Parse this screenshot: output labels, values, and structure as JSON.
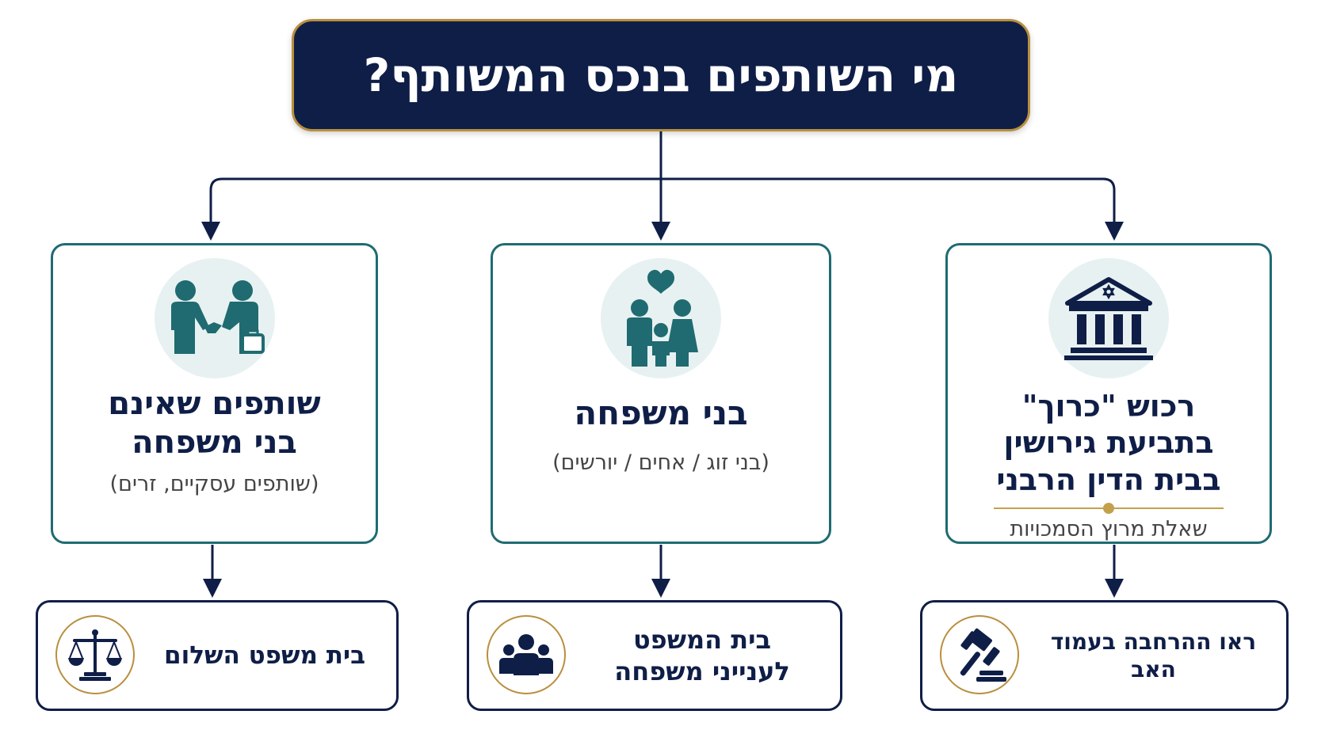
{
  "title": "מי השותפים בנכס המשותף?",
  "colors": {
    "navy": "#0f1e47",
    "teal": "#1f6b71",
    "gold": "#b98f3e",
    "icon_bg": "#e7f1f1"
  },
  "categories": [
    {
      "icon": "bank-building-icon",
      "title_lines": [
        "רכוש \"כרוך\"",
        "בתביעת גירושין",
        "בבית הדין הרבני"
      ],
      "note": "שאלת מרוץ הסמכויות",
      "destination": {
        "icon": "gavel-icon",
        "lines": [
          "ראו ההרחבה בעמוד האב"
        ]
      }
    },
    {
      "icon": "family-heart-icon",
      "title_lines": [
        "בני משפחה"
      ],
      "subtitle": "(בני זוג / אחים / יורשים)",
      "destination": {
        "icon": "group-people-icon",
        "lines": [
          "בית המשפט",
          "לענייני משפחה"
        ]
      }
    },
    {
      "icon": "handshake-business-icon",
      "title_lines": [
        "שותפים שאינם",
        "בני משפחה"
      ],
      "subtitle": "(שותפים עסקיים, זרים)",
      "destination": {
        "icon": "scales-of-justice-icon",
        "lines": [
          "בית משפט השלום"
        ]
      }
    }
  ]
}
